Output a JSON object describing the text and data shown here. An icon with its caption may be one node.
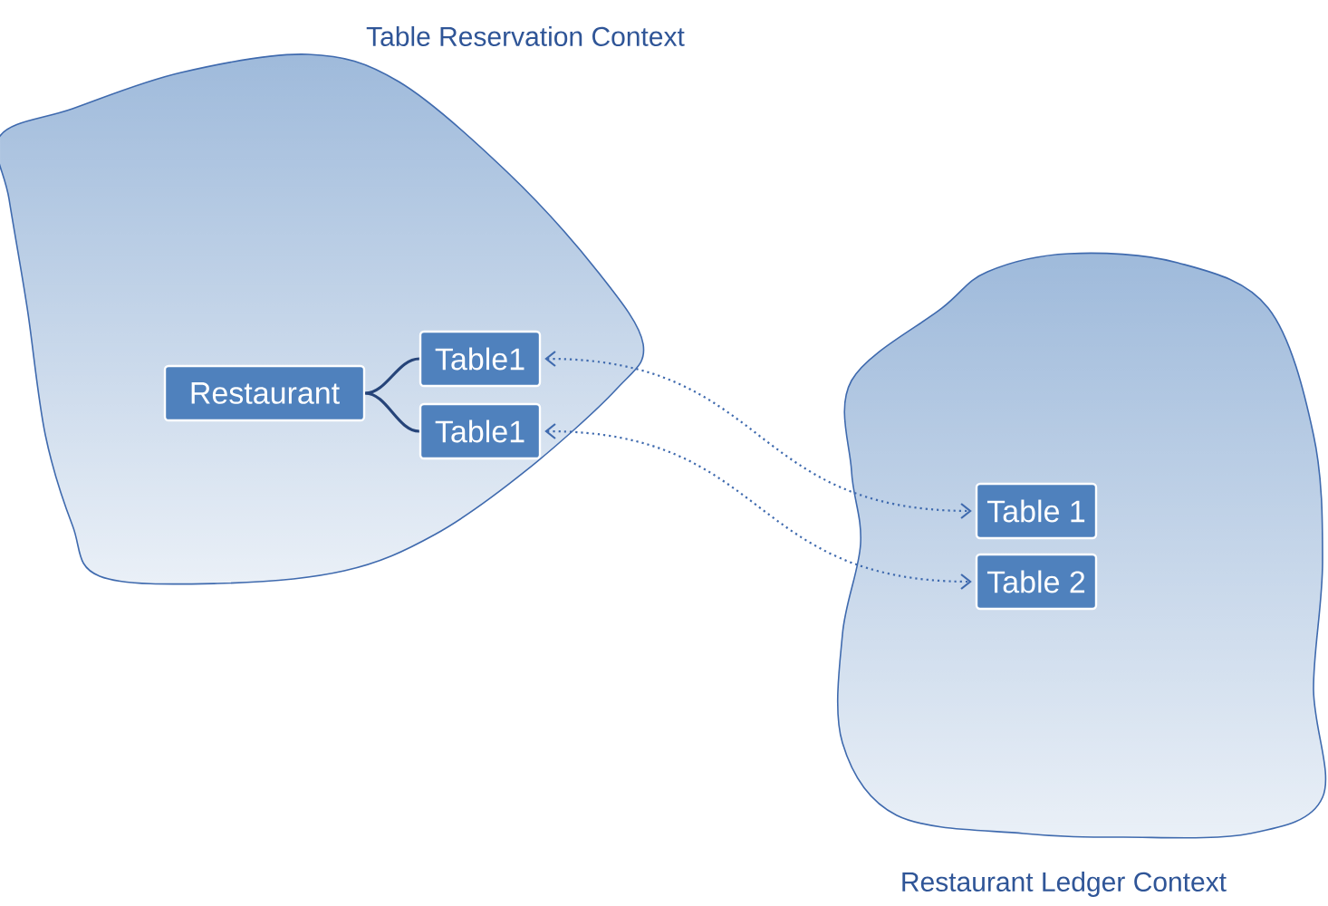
{
  "diagram": {
    "nodes": [
      {
        "text": [
          "Table Reservation Context"
        ]
      },
      {
        "text": [
          "Restaurant"
        ],
        "in": 0
      },
      {
        "text": [
          "Table1"
        ],
        "in": 0
      },
      {
        "text": [
          "Table1"
        ],
        "in": 0
      },
      {
        "text": [
          "Restaurant Ledger Context"
        ]
      },
      {
        "text": [
          "Table 1"
        ],
        "in": 4
      },
      {
        "text": [
          "Table 2"
        ],
        "in": 4
      }
    ],
    "edges": [
      {
        "from": 1,
        "to": 2,
        "arrow": "none"
      },
      {
        "from": 1,
        "to": 3,
        "arrow": "none"
      },
      {
        "from": 2,
        "to": 5,
        "arrow": "both",
        "style": "dashed"
      },
      {
        "from": 3,
        "to": 6,
        "arrow": "both",
        "style": "dashed"
      }
    ]
  }
}
